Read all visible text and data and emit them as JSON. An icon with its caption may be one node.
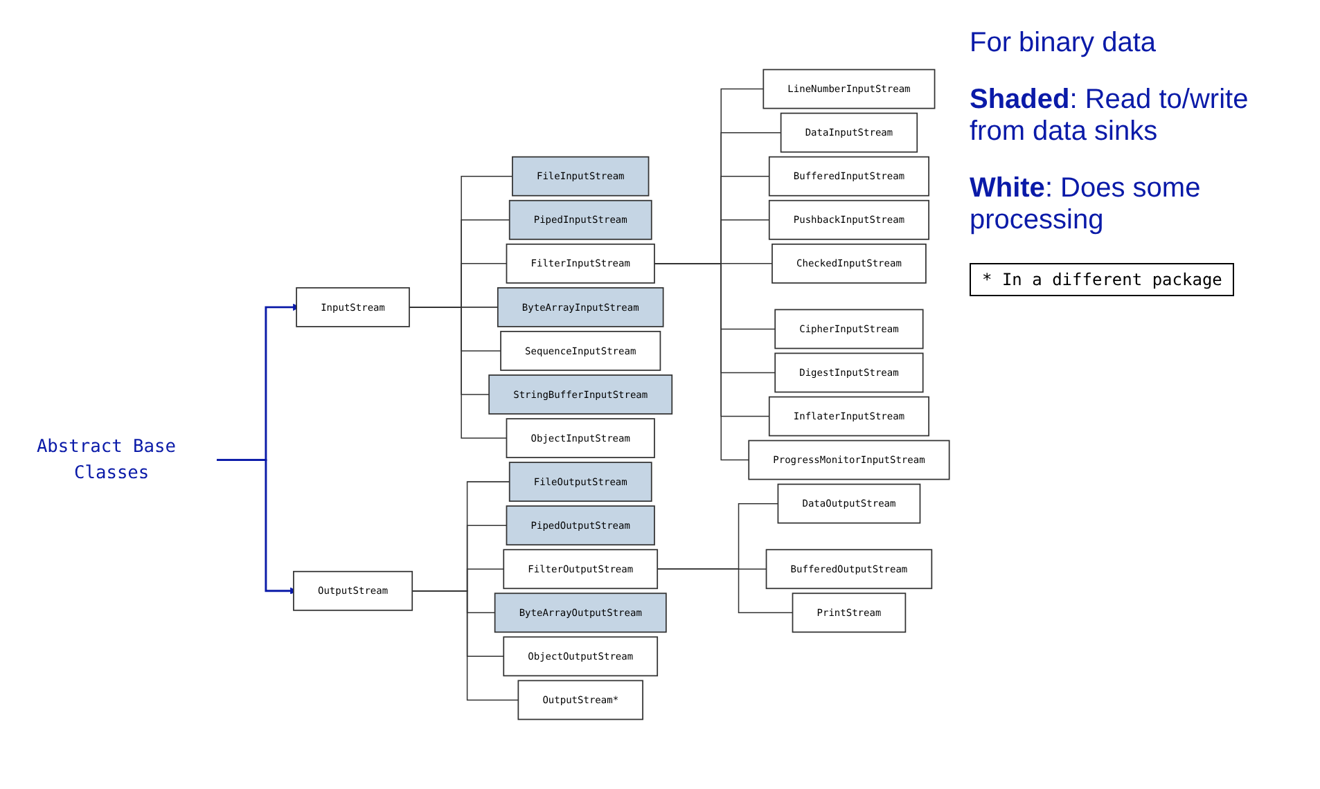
{
  "diagram": {
    "nodes": [
      {
        "text": [
          "InputStream"
        ]
      },
      {
        "text": [
          "FileInputStream"
        ]
      },
      {
        "text": [
          "PipedInputStream"
        ]
      },
      {
        "text": [
          "FilterInputStream"
        ]
      },
      {
        "text": [
          "ByteArrayInputStream"
        ]
      },
      {
        "text": [
          "SequenceInputStream"
        ]
      },
      {
        "text": [
          "StringBufferInputStream"
        ]
      },
      {
        "text": [
          "ObjectInputStream"
        ]
      },
      {
        "text": [
          "LineNumberInputStream"
        ]
      },
      {
        "text": [
          "DataInputStream"
        ]
      },
      {
        "text": [
          "BufferedInputStream"
        ]
      },
      {
        "text": [
          "PushbackInputStream"
        ]
      },
      {
        "text": [
          "CheckedInputStream"
        ]
      },
      {
        "text": [
          "CipherInputStream"
        ]
      },
      {
        "text": [
          "DigestInputStream"
        ]
      },
      {
        "text": [
          "InflaterInputStream"
        ]
      },
      {
        "text": [
          "ProgressMonitorInputStream"
        ]
      },
      {
        "text": [
          "Abstract Base Classes"
        ]
      },
      {
        "text": [
          "OutputStream"
        ]
      },
      {
        "text": [
          "FileOutputStream"
        ]
      },
      {
        "text": [
          "PipedOutputStream"
        ]
      },
      {
        "text": [
          "FilterOutputStream"
        ]
      },
      {
        "text": [
          "ByteArrayOutputStream"
        ]
      },
      {
        "text": [
          "ObjectOutputStream"
        ]
      },
      {
        "text": [
          "OutputStream*"
        ]
      },
      {
        "text": [
          "DataOutputStream"
        ]
      },
      {
        "text": [
          "BufferedOutputStream"
        ]
      },
      {
        "text": [
          "PrintStream"
        ]
      }
    ],
    "edges": [
      {
        "from": 0,
        "to": 1,
        "arrow": "none"
      },
      {
        "from": 0,
        "to": 2,
        "arrow": "none"
      },
      {
        "from": 0,
        "to": 3,
        "arrow": "none"
      },
      {
        "from": 0,
        "to": 4,
        "arrow": "none"
      },
      {
        "from": 0,
        "to": 5,
        "arrow": "none"
      },
      {
        "from": 0,
        "to": 6,
        "arrow": "none"
      },
      {
        "from": 0,
        "to": 7,
        "arrow": "none"
      },
      {
        "from": 3,
        "to": 8,
        "arrow": "none"
      },
      {
        "from": 3,
        "to": 9,
        "arrow": "none"
      },
      {
        "from": 3,
        "to": 10,
        "arrow": "none"
      },
      {
        "from": 3,
        "to": 11,
        "arrow": "none"
      },
      {
        "from": 3,
        "to": 12,
        "arrow": "none"
      },
      {
        "from": 3,
        "to": 13,
        "arrow": "none"
      },
      {
        "from": 3,
        "to": 14,
        "arrow": "none"
      },
      {
        "from": 3,
        "to": 15,
        "arrow": "none"
      },
      {
        "from": 3,
        "to": 16,
        "arrow": "none"
      },
      {
        "from": 17,
        "to": 0,
        "arrow": "to",
        "color": "#0a1aa8"
      },
      {
        "from": 17,
        "to": 18,
        "arrow": "to",
        "color": "#0a1aa8"
      },
      {
        "from": 18,
        "to": 19,
        "arrow": "none"
      },
      {
        "from": 18,
        "to": 20,
        "arrow": "none"
      },
      {
        "from": 18,
        "to": 21,
        "arrow": "none"
      },
      {
        "from": 18,
        "to": 22,
        "arrow": "none"
      },
      {
        "from": 18,
        "to": 23,
        "arrow": "none"
      },
      {
        "from": 18,
        "to": 24,
        "arrow": "none"
      },
      {
        "from": 21,
        "to": 25,
        "arrow": "none"
      },
      {
        "from": 21,
        "to": 26,
        "arrow": "none"
      },
      {
        "from": 21,
        "to": 27,
        "arrow": "none"
      }
    ],
    "labels": [
      "For binary data",
      "**Shaded**: Read to/write from data sinks",
      "**White**: Does some processing",
      "* In a different package"
    ]
  }
}
